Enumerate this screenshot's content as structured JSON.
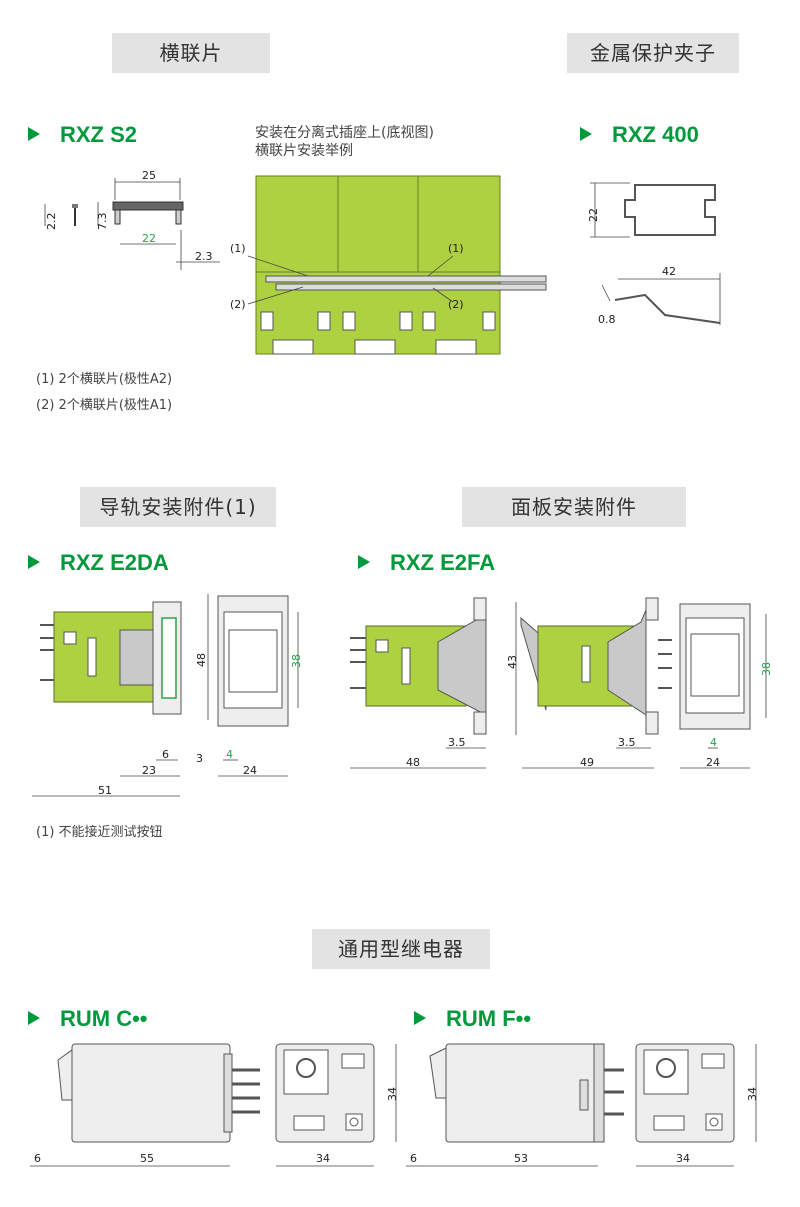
{
  "sections": {
    "s1_title": "横联片",
    "s2_title": "金属保护夹子",
    "s3_title": "导轨安装附件(1)",
    "s4_title": "面板安装附件",
    "s5_title": "通用型继电器"
  },
  "products": {
    "rxz_s2": "RXZ S2",
    "rxz_400": "RXZ 400",
    "rxz_e2da": "RXZ E2DA",
    "rxz_e2fa": "RXZ E2FA",
    "rum_c": "RUM C••",
    "rum_f": "RUM F••"
  },
  "captions": {
    "mount_line1": "安装在分离式插座上(底视图)",
    "mount_line2": "横联片安装举例"
  },
  "notes": {
    "n1": "(1) 2个横联片(极性A2)",
    "n2": "(2) 2个横联片(极性A1)",
    "n3": "(1) 不能接近测试按钮"
  },
  "dims": {
    "s2_25": "25",
    "s2_22": "22",
    "s2_2_2": "2.2",
    "s2_7_3": "7.3",
    "s2_2_3": "2.3",
    "call1": "(1)",
    "call2": "(2)",
    "c400_22": "22",
    "c400_42": "42",
    "c400_0_8": "0.8",
    "da_48": "48",
    "da_38": "38",
    "da_6": "6",
    "da_3": "3",
    "da_4": "4",
    "da_23": "23",
    "da_24": "24",
    "da_51": "51",
    "fa_43": "43",
    "fa_3_5a": "3.5",
    "fa_48": "48",
    "fa_3_5b": "3.5",
    "fa_49": "49",
    "fa_38": "38",
    "fa_4": "4",
    "fa_24": "24",
    "c_6": "6",
    "c_55": "55",
    "c_34a": "34",
    "c_34b": "34",
    "f_6": "6",
    "f_53": "53",
    "f_34a": "34",
    "f_34b": "34"
  },
  "colors": {
    "green_body": "#aed141",
    "accent_green": "#009a3d",
    "title_bg": "#e3e3e3"
  }
}
